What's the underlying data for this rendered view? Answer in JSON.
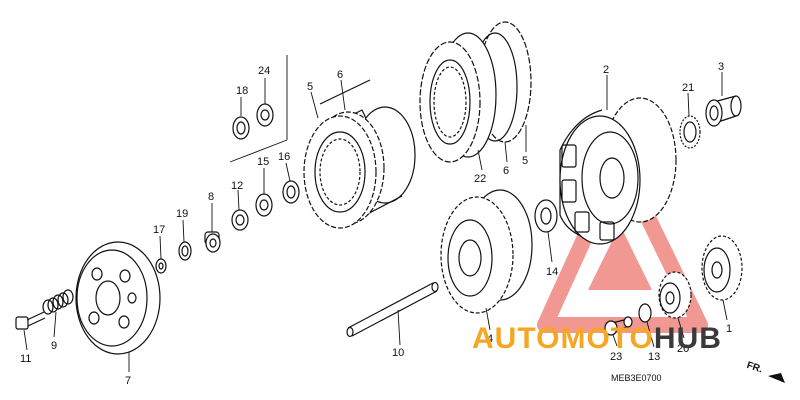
{
  "diagram_code": "MEB3E0700",
  "direction_label": "FR.",
  "watermark": {
    "part1": "AUTOMOTO",
    "part2": "HUB",
    "color_orange": "#f5a623",
    "color_red": "#e8453c",
    "color_dark": "#3a3a3a"
  },
  "callouts": [
    "1",
    "2",
    "3",
    "4",
    "5",
    "5",
    "6",
    "6",
    "7",
    "8",
    "9",
    "10",
    "11",
    "12",
    "13",
    "14",
    "15",
    "16",
    "17",
    "18",
    "19",
    "20",
    "21",
    "22",
    "23",
    "24"
  ]
}
